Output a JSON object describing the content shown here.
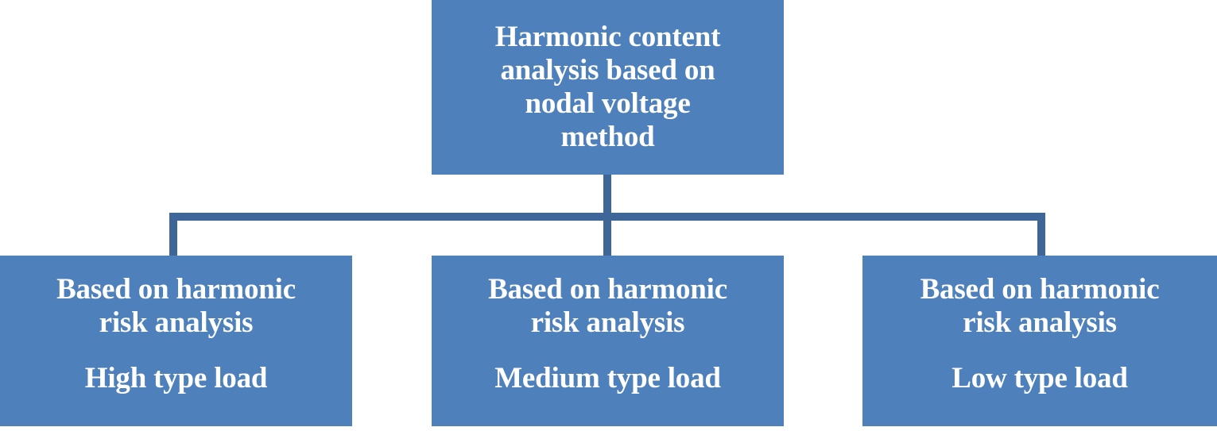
{
  "diagram": {
    "type": "hierarchy-tree",
    "orientation": "top-down",
    "colors": {
      "node_fill": "#4E80BC",
      "node_text": "#FFFFFF",
      "connector": "#3F6699",
      "background": "#FFFFFF"
    },
    "root": {
      "id": "root",
      "lines": [
        "Harmonic content",
        "analysis based on",
        "nodal voltage",
        "method"
      ]
    },
    "children": [
      {
        "id": "high",
        "head_lines": [
          "Based on harmonic",
          "risk analysis"
        ],
        "sub": "High type load"
      },
      {
        "id": "medium",
        "head_lines": [
          "Based on harmonic",
          "risk analysis"
        ],
        "sub": "Medium type load"
      },
      {
        "id": "low",
        "head_lines": [
          "Based on harmonic",
          "risk analysis"
        ],
        "sub": "Low type load"
      }
    ]
  }
}
